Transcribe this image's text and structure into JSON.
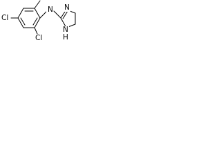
{
  "molecule": {
    "atoms": {
      "chlorine_left": "Cl",
      "chlorine_right": "Cl",
      "amine_nitrogen": "N",
      "ring_nh_nitrogen": "N",
      "ring_nh_hydrogen": "H",
      "ring_imine_nitrogen": "N"
    },
    "colors": {
      "bond": "#000000",
      "label": "#000000",
      "background": "#ffffff"
    }
  }
}
